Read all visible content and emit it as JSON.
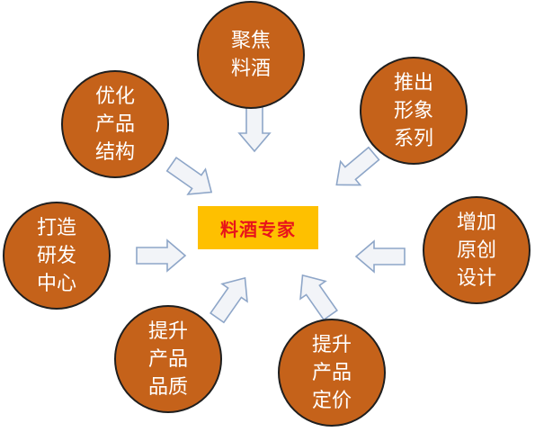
{
  "center": {
    "label": "料酒专家"
  },
  "nodes": [
    {
      "id": "focus",
      "text": "聚焦\n料酒"
    },
    {
      "id": "image",
      "text": "推出\n形象\n系列"
    },
    {
      "id": "design",
      "text": "增加\n原创\n设计"
    },
    {
      "id": "pricing",
      "text": "提升\n产品\n定价"
    },
    {
      "id": "quality",
      "text": "提升\n产品\n品质"
    },
    {
      "id": "rnd",
      "text": "打造\n研发\n中心"
    },
    {
      "id": "structure",
      "text": "优化\n产品\n结构"
    }
  ],
  "colors": {
    "node_fill": "#c5621a",
    "node_text": "#ffffff",
    "center_fill": "#fec000",
    "center_text": "#e8141b",
    "arrow_fill": "#f2f4f8",
    "arrow_stroke": "#8ea6c8"
  }
}
